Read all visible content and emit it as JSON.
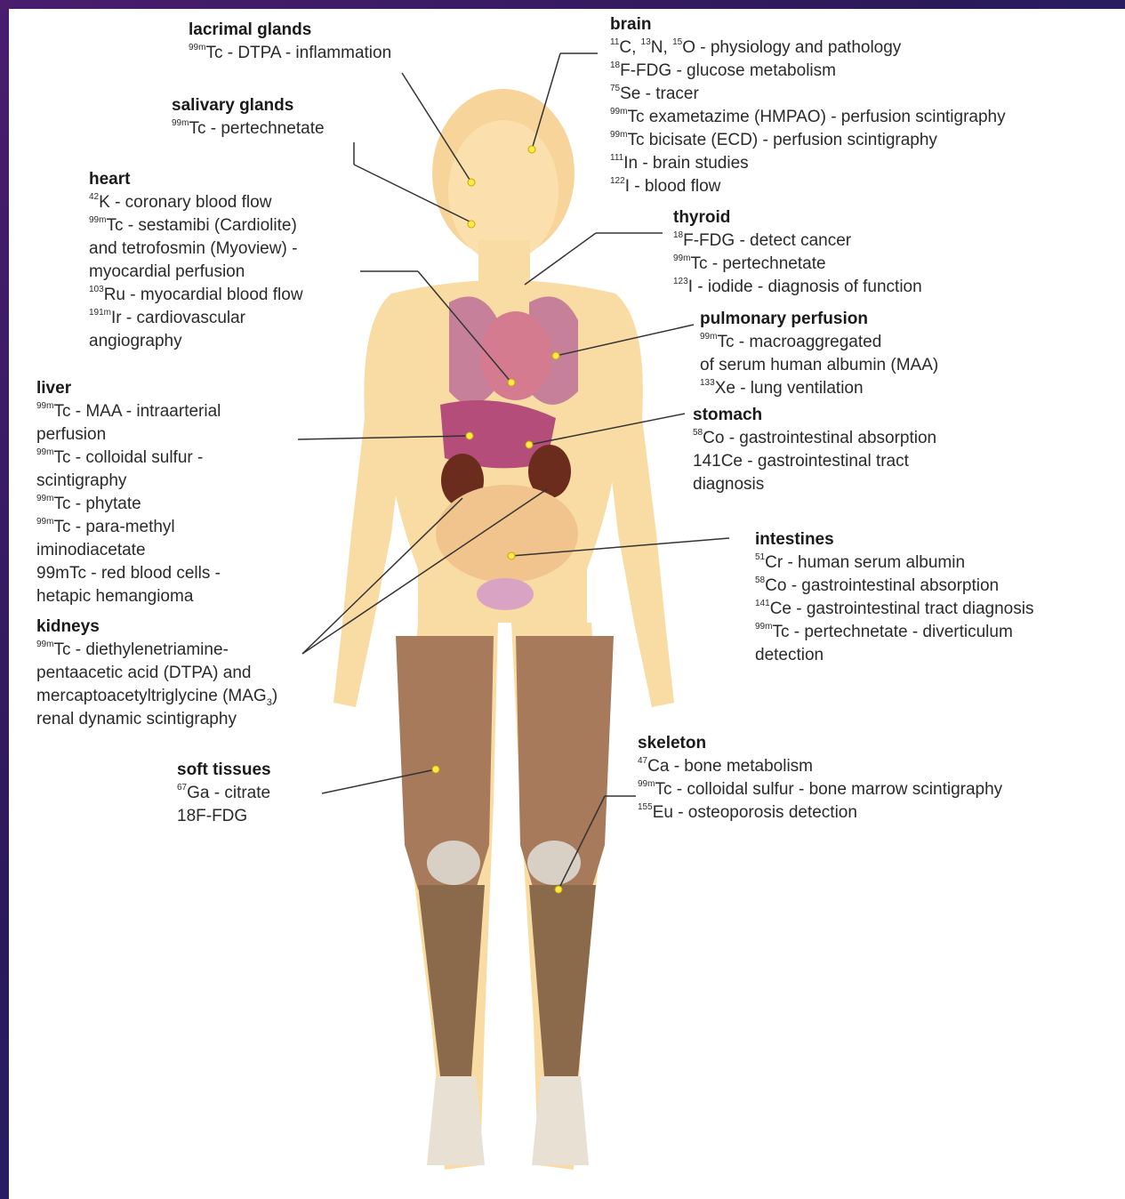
{
  "colors": {
    "skin": "#f9dca3",
    "organ": "#c7728e",
    "muscle": "#a67a5a",
    "leader_line": "#333333",
    "background": "#ffffff"
  },
  "organs": [
    {
      "key": "lacrimal",
      "title": "lacrimal glands",
      "lines": [
        {
          "sup": "99m",
          "text": "Tc - DTPA - inflammation"
        }
      ]
    },
    {
      "key": "salivary",
      "title": "salivary glands",
      "lines": [
        {
          "sup": "99m",
          "text": "Tc - pertechnetate"
        }
      ]
    },
    {
      "key": "heart",
      "title": "heart",
      "lines": [
        {
          "sup": "42",
          "text": "K -  coronary blood flow"
        },
        {
          "sup": "99m",
          "text": "Tc - sestamibi (Cardiolite)"
        },
        {
          "sup": "",
          "text": "and tetrofosmin (Myoview) -"
        },
        {
          "sup": "",
          "text": "myocardial perfusion"
        },
        {
          "sup": "103",
          "text": "Ru - myocardial blood flow"
        },
        {
          "sup": "191m",
          "text": "Ir - cardiovascular"
        },
        {
          "sup": "",
          "text": "angiography"
        }
      ]
    },
    {
      "key": "liver",
      "title": "liver",
      "lines": [
        {
          "sup": "99m",
          "text": "Tc - MAA - intraarterial"
        },
        {
          "sup": "",
          "text": "perfusion"
        },
        {
          "sup": "99m",
          "text": "Tc - colloidal sulfur -"
        },
        {
          "sup": "",
          "text": "scintigraphy"
        },
        {
          "sup": "99m",
          "text": "Tc - phytate"
        },
        {
          "sup": "99m",
          "text": "Tc - para-methyl"
        },
        {
          "sup": "",
          "text": "iminodiacetate"
        },
        {
          "sup": "",
          "text": "99mTc - red blood cells -"
        },
        {
          "sup": "",
          "text": "hetapic hemangioma"
        }
      ]
    },
    {
      "key": "kidneys",
      "title": "kidneys",
      "lines": [
        {
          "sup": "99m",
          "text": "Tc - diethylenetriamine-"
        },
        {
          "sup": "",
          "text": "pentaacetic acid (DTPA) and"
        },
        {
          "sup": "",
          "text": "mercaptoacetyltriglycine (MAG",
          "sub": "3",
          "after": ")"
        },
        {
          "sup": "",
          "text": "renal dynamic scintigraphy"
        }
      ]
    },
    {
      "key": "soft",
      "title": "soft tissues",
      "lines": [
        {
          "sup": "67",
          "text": "Ga - citrate"
        },
        {
          "sup": "",
          "text": "18F-FDG"
        }
      ]
    },
    {
      "key": "brain",
      "title": "brain",
      "lines": [
        {
          "sup": "11",
          "text": "C, ",
          "sup2": "13",
          "text2": "N, ",
          "sup3": "15",
          "text3": "O - physiology and pathology"
        },
        {
          "sup": "18",
          "text": "F-FDG - glucose metabolism"
        },
        {
          "sup": "75",
          "text": "Se - tracer"
        },
        {
          "sup": "99m",
          "text": "Tc exametazime (HMPAO) - perfusion scintigraphy"
        },
        {
          "sup": "99m",
          "text": "Tc bicisate (ECD) - perfusion scintigraphy"
        },
        {
          "sup": "111",
          "text": "In - brain studies"
        },
        {
          "sup": "122",
          "text": "I - blood flow"
        }
      ]
    },
    {
      "key": "thyroid",
      "title": "thyroid",
      "lines": [
        {
          "sup": "18",
          "text": "F-FDG - detect cancer"
        },
        {
          "sup": "99m",
          "text": "Tc - pertechnetate"
        },
        {
          "sup": "123",
          "text": "I - iodide - diagnosis of function"
        }
      ]
    },
    {
      "key": "pulmonary",
      "title": "pulmonary perfusion",
      "lines": [
        {
          "sup": "99m",
          "text": "Tc - macroaggregated"
        },
        {
          "sup": "",
          "text": "of serum human albumin (MAA)"
        },
        {
          "sup": "133",
          "text": "Xe - lung ventilation"
        }
      ]
    },
    {
      "key": "stomach",
      "title": "stomach",
      "lines": [
        {
          "sup": "58",
          "text": "Co - gastrointestinal absorption"
        },
        {
          "sup": "",
          "text": "141Ce - gastrointestinal tract"
        },
        {
          "sup": "",
          "text": "diagnosis"
        }
      ]
    },
    {
      "key": "intestines",
      "title": "intestines",
      "lines": [
        {
          "sup": "51",
          "text": "Cr - human serum albumin"
        },
        {
          "sup": "58",
          "text": "Co - gastrointestinal absorption"
        },
        {
          "sup": "141",
          "text": "Ce - gastrointestinal tract diagnosis"
        },
        {
          "sup": "99m",
          "text": "Tc - pertechnetate - diverticulum"
        },
        {
          "sup": "",
          "text": "detection"
        }
      ]
    },
    {
      "key": "skeleton",
      "title": "skeleton",
      "lines": [
        {
          "sup": "47",
          "text": "Ca - bone metabolism"
        },
        {
          "sup": "99m",
          "text": "Tc - colloidal sulfur - bone marrow scintigraphy"
        },
        {
          "sup": "155",
          "text": "Eu - osteoporosis detection"
        }
      ]
    }
  ]
}
